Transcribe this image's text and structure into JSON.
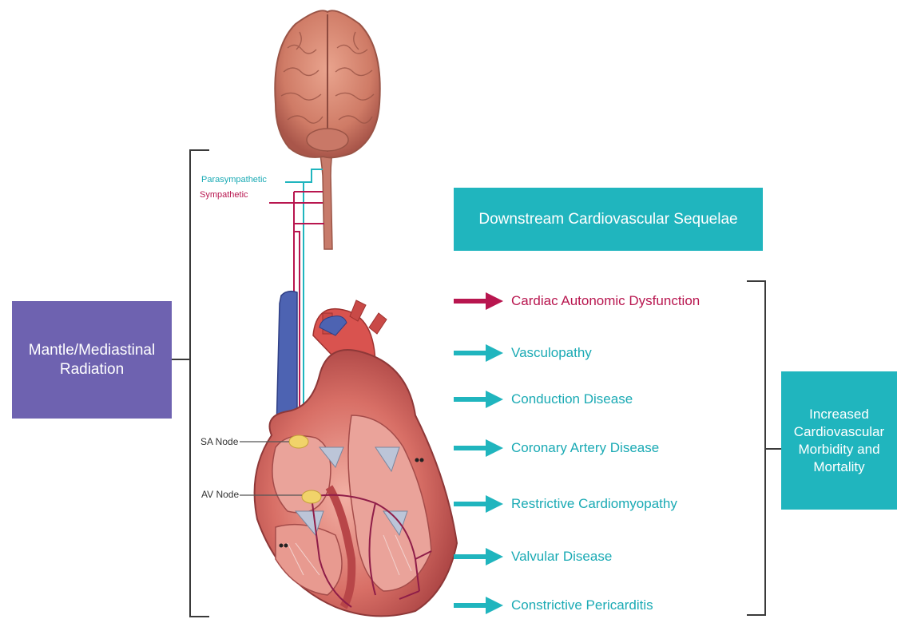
{
  "radiation_box": {
    "label": "Mantle/Mediastinal Radiation",
    "color": "#6e62b0"
  },
  "sequelae": {
    "header": "Downstream Cardiovascular Sequelae",
    "items": [
      {
        "label": "Cardiac Autonomic Dysfunction",
        "color": "#b8164f"
      },
      {
        "label": "Vasculopathy",
        "color": "#1aaab4"
      },
      {
        "label": "Conduction Disease",
        "color": "#1aaab4"
      },
      {
        "label": "Coronary Artery Disease",
        "color": "#1aaab4"
      },
      {
        "label": "Restrictive Cardiomyopathy",
        "color": "#1aaab4"
      },
      {
        "label": "Valvular Disease",
        "color": "#1aaab4"
      },
      {
        "label": "Constrictive Pericarditis",
        "color": "#1aaab4"
      }
    ]
  },
  "outcome": {
    "label": "Increased Cardiovascular Morbidity and Mortality",
    "color": "#20b5be"
  },
  "nerves": {
    "parasympathetic": "Parasympathetic",
    "sympathetic": "Sympathetic"
  },
  "nodes": {
    "sa": "SA Node",
    "av": "AV Node"
  },
  "colors": {
    "teal": "#20b5be",
    "crimson": "#b8164f",
    "purple": "#6e62b0"
  }
}
